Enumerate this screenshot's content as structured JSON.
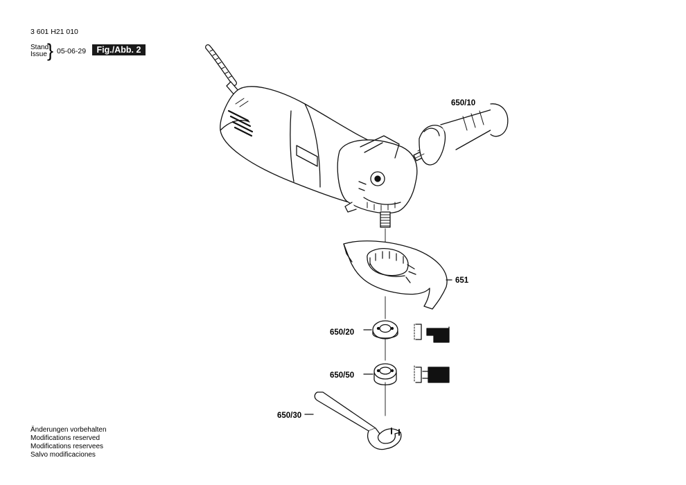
{
  "header": {
    "doc_number": "3 601 H21 010",
    "stand_label": "Stand",
    "issue_label": "Issue",
    "brace": "}",
    "date": "05-06-29",
    "figure_label": "Fig./Abb. 2"
  },
  "parts": {
    "side_handle": "650/10",
    "guard": "651",
    "flange": "650/20",
    "clamp_nut": "650/50",
    "spanner": "650/30"
  },
  "footer": {
    "line_de": "Änderungen vorbehalten",
    "line_en": "Modifications reserved",
    "line_fr": "Modifications reservees",
    "line_es": "Salvo modificaciones"
  }
}
